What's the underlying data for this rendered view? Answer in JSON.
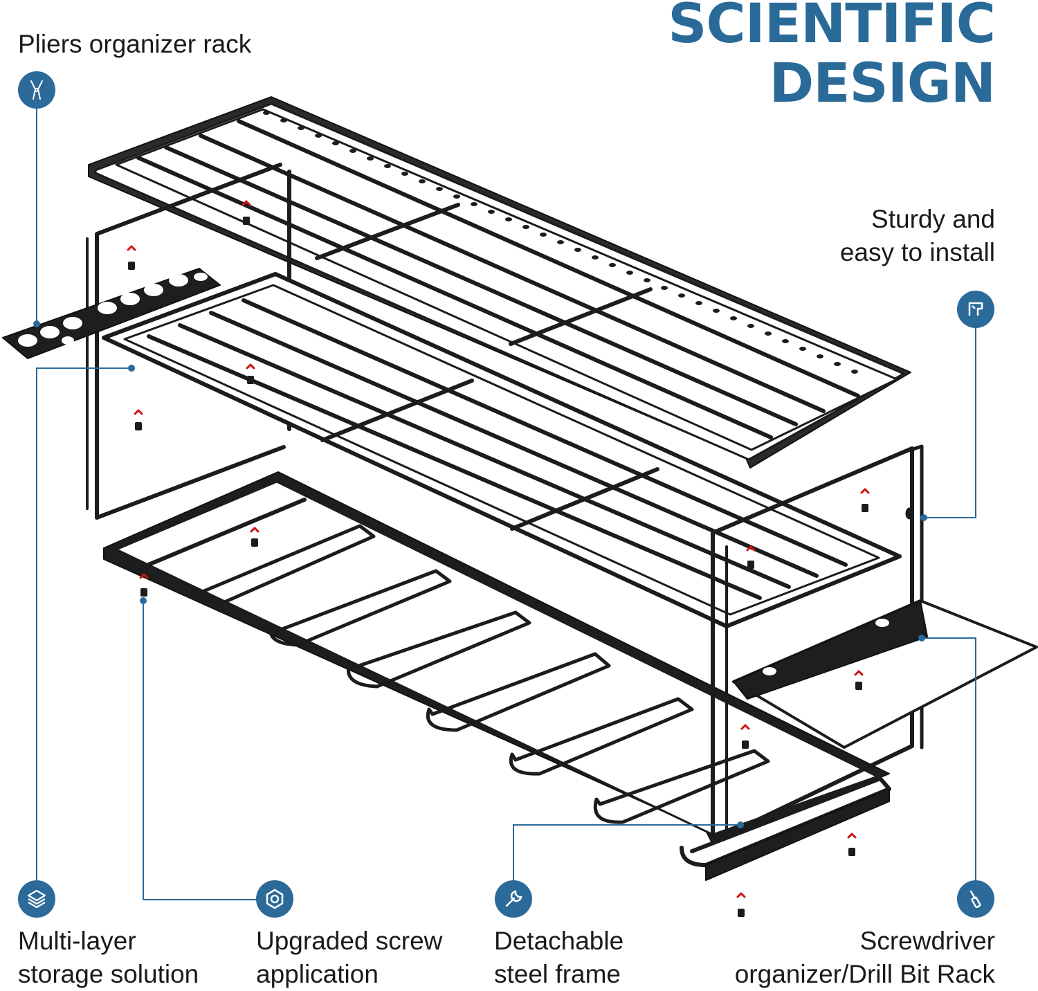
{
  "headline": {
    "line1": "SCIENTIFIC",
    "line2": "DESIGN"
  },
  "features": {
    "pliers": {
      "label": "Pliers organizer rack",
      "icon": "pliers-icon"
    },
    "sturdy": {
      "line1": "Sturdy and",
      "line2": "easy to install",
      "icon": "mount-icon"
    },
    "multilayer": {
      "line1": "Multi-layer",
      "line2": "storage solution",
      "icon": "layers-icon"
    },
    "screw": {
      "line1": "Upgraded screw",
      "line2": "application",
      "icon": "nut-icon"
    },
    "frame": {
      "line1": "Detachable",
      "line2": "steel frame",
      "icon": "wrench-icon"
    },
    "screwdriver": {
      "line1": "Screwdriver",
      "line2": "organizer/Drill Bit Rack",
      "icon": "screwdriver-icon"
    }
  },
  "colors": {
    "accent": "#2b6a99",
    "headline": "#2a6a98",
    "metal": "#1c1c1c",
    "arrow": "#d01010",
    "text": "#1a1a1a"
  }
}
